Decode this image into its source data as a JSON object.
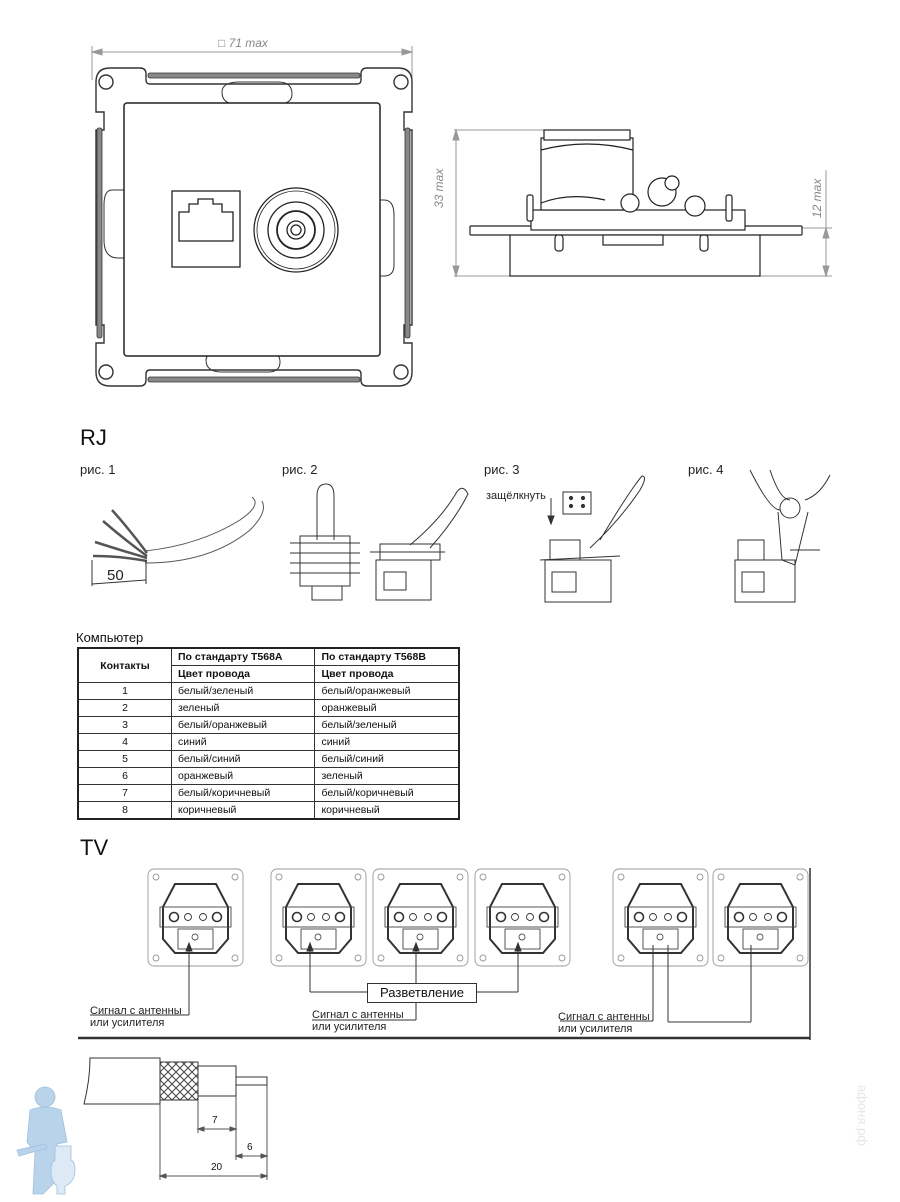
{
  "dimensions": {
    "front_width": "□ 71 max",
    "side_height": "33 max",
    "side_depth": "12 max"
  },
  "rj_section": {
    "title": "RJ",
    "figures": [
      {
        "label": "рис. 1",
        "dimension": "50"
      },
      {
        "label": "рис. 2"
      },
      {
        "label": "рис. 3",
        "annotation": "защёлкнуть"
      },
      {
        "label": "рис. 4"
      }
    ]
  },
  "computer_table": {
    "caption": "Компьютер",
    "header": {
      "contacts": "Контакты",
      "standard_a": "По стандарту T568A",
      "standard_b": "По стандарту T568B",
      "wire_color_a": "Цвет провода",
      "wire_color_b": "Цвет провода"
    },
    "rows": [
      {
        "contact": "1",
        "t568a": "белый/зеленый",
        "t568b": "белый/оранжевый"
      },
      {
        "contact": "2",
        "t568a": "зеленый",
        "t568b": "оранжевый"
      },
      {
        "contact": "3",
        "t568a": "белый/оранжевый",
        "t568b": "белый/зеленый"
      },
      {
        "contact": "4",
        "t568a": "синий",
        "t568b": "синий"
      },
      {
        "contact": "5",
        "t568a": "белый/синий",
        "t568b": "белый/синий"
      },
      {
        "contact": "6",
        "t568a": "оранжевый",
        "t568b": "зеленый"
      },
      {
        "contact": "7",
        "t568a": "белый/коричневый",
        "t568b": "белый/коричневый"
      },
      {
        "contact": "8",
        "t568a": "коричневый",
        "t568b": "коричневый"
      }
    ]
  },
  "tv_section": {
    "title": "TV",
    "signal_label_1": "Сигнал с антенны",
    "signal_label_2": "или усилителя",
    "branch_label": "Разветвление"
  },
  "coax_strip": {
    "dim_1": "7",
    "dim_2": "6",
    "dim_3": "20"
  },
  "watermark": "афоня.рф",
  "colors": {
    "line": "#333333",
    "dimension": "#888888",
    "mascot": "#b9d3ea",
    "watermark": "#e6e6e6"
  }
}
